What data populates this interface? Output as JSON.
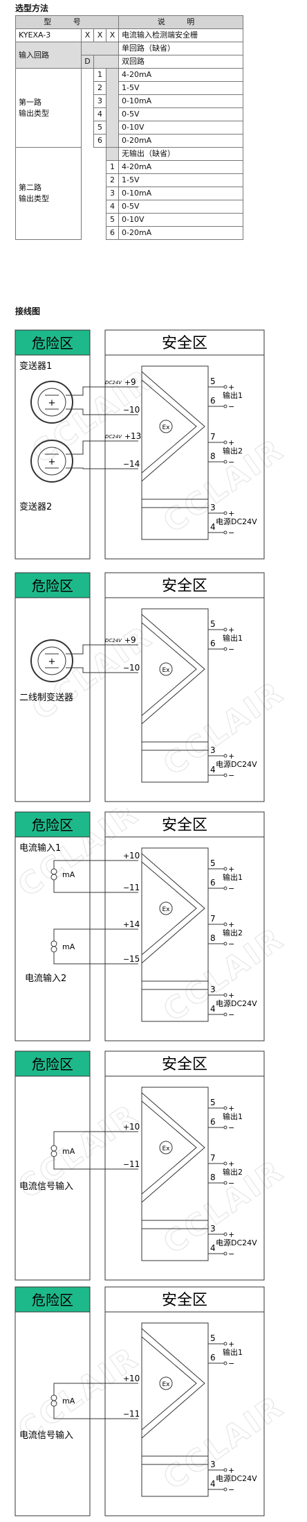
{
  "selection": {
    "heading": "选型方法",
    "header_model": "型 号",
    "header_desc": "说 明",
    "model_code": "KYEXA-3",
    "x1": "X",
    "x2": "X",
    "x3": "X",
    "model_desc": "电流输入检测端安全栅",
    "input_label": "输入回路",
    "input_single": "单回路（缺省）",
    "input_d": "D",
    "input_dual": "双回路",
    "out1_label": "第一路\n输出类型",
    "out1_rows": [
      {
        "code": "1",
        "desc": "4-20mA"
      },
      {
        "code": "2",
        "desc": "1-5V"
      },
      {
        "code": "3",
        "desc": "0-10mA"
      },
      {
        "code": "4",
        "desc": "0-5V"
      },
      {
        "code": "5",
        "desc": "0-10V"
      },
      {
        "code": "6",
        "desc": "0-20mA"
      }
    ],
    "out2_label": "第二路\n输出类型",
    "out2_default": "无输出（缺省）",
    "out2_rows": [
      {
        "code": "1",
        "desc": "4-20mA"
      },
      {
        "code": "2",
        "desc": "1-5V"
      },
      {
        "code": "3",
        "desc": "0-10mA"
      },
      {
        "code": "4",
        "desc": "0-5V"
      },
      {
        "code": "5",
        "desc": "0-10V"
      },
      {
        "code": "6",
        "desc": "0-20mA"
      }
    ]
  },
  "wiring": {
    "heading": "接线图",
    "danger": "危险区",
    "safe": "安全区",
    "watermark": "CCLAIR",
    "ex_mark": "Ex",
    "d1": {
      "dev1": "变送器1",
      "dev2": "变送器2",
      "in_a_plus": "DC24V",
      "in_a_plus_num": "9",
      "in_a_minus_num": "10",
      "in_b_plus": "DC24V",
      "in_b_plus_num": "13",
      "in_b_minus_num": "14",
      "t5": "5",
      "t6": "6",
      "t7": "7",
      "t8": "8",
      "t3": "3",
      "t4": "4",
      "out1": "输出1",
      "out2": "输出2",
      "power": "电源DC24V"
    },
    "d2": {
      "dev": "二线制变送器",
      "in_plus": "DC24V",
      "in_plus_num": "9",
      "in_minus_num": "10",
      "t5": "5",
      "t6": "6",
      "t3": "3",
      "t4": "4",
      "out1": "输出1",
      "power": "电源DC24V"
    },
    "d3": {
      "in1": "电流输入1",
      "in2": "电流输入2",
      "ma": "mA",
      "a_plus": "10",
      "a_minus": "11",
      "b_plus": "14",
      "b_minus": "15",
      "t5": "5",
      "t6": "6",
      "t7": "7",
      "t8": "8",
      "t3": "3",
      "t4": "4",
      "out1": "输出1",
      "out2": "输出2",
      "power": "电源DC24V"
    },
    "d4": {
      "in": "电流信号输入",
      "ma": "mA",
      "a_plus": "10",
      "a_minus": "11",
      "t5": "5",
      "t6": "6",
      "t7": "7",
      "t8": "8",
      "t3": "3",
      "t4": "4",
      "out1": "输出1",
      "out2": "输出2",
      "power": "电源DC24V"
    },
    "d5": {
      "in": "电流信号输入",
      "ma": "mA",
      "a_plus": "10",
      "a_minus": "11",
      "t5": "5",
      "t6": "6",
      "t3": "3",
      "t4": "4",
      "out1": "输出1",
      "power": "电源DC24V"
    }
  }
}
